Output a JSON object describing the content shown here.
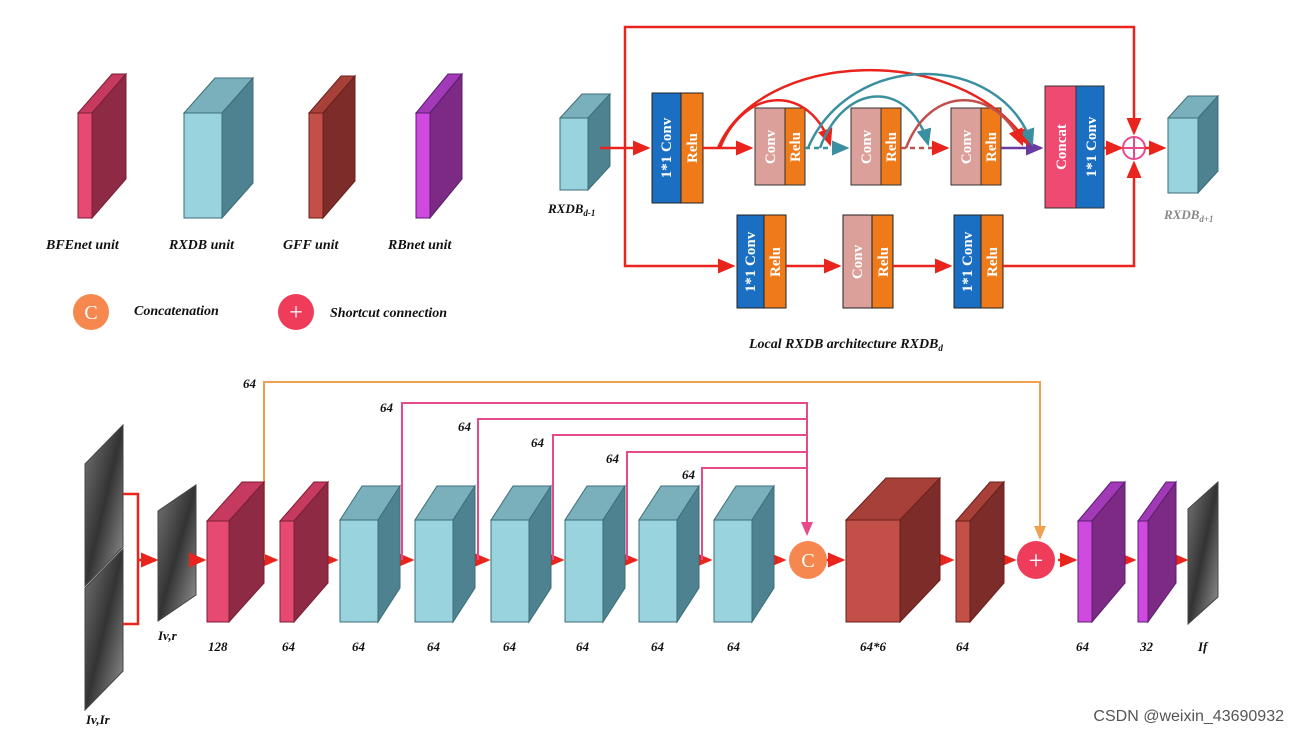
{
  "legend": {
    "units": [
      {
        "label": "BFEnet unit",
        "color": "#e64a72"
      },
      {
        "label": "RXDB unit",
        "color": "#99d3de"
      },
      {
        "label": "GFF unit",
        "color": "#bd4a44"
      },
      {
        "label": "RBnet unit",
        "color": "#c04ad9"
      }
    ],
    "concat_symbol": "C",
    "concat_label": "Concatenation",
    "shortcut_symbol": "+",
    "shortcut_label": "Shortcut connection"
  },
  "rxdb": {
    "input_label": "RXDB",
    "input_sub": "d-1",
    "output_label": "RXDB",
    "output_sub": "d+1",
    "caption": "Local RXDB architecture  RXDB",
    "caption_sub": "d",
    "conv1x1": "1*1 Conv",
    "relu": "Relu",
    "conv": "Conv",
    "concat": "Concat"
  },
  "network": {
    "input_pair_label": "Iv,Ir",
    "input_label": "Iv,r",
    "output_label": "If",
    "concat_symbol": "C",
    "add_symbol": "+",
    "blocks": [
      {
        "channels": "128",
        "kind": "BFEnet"
      },
      {
        "channels": "64",
        "kind": "BFEnet"
      },
      {
        "channels": "64",
        "kind": "RXDB"
      },
      {
        "channels": "64",
        "kind": "RXDB"
      },
      {
        "channels": "64",
        "kind": "RXDB"
      },
      {
        "channels": "64",
        "kind": "RXDB"
      },
      {
        "channels": "64",
        "kind": "RXDB"
      },
      {
        "channels": "64",
        "kind": "RXDB"
      },
      {
        "channels": "64*6",
        "kind": "GFF"
      },
      {
        "channels": "64",
        "kind": "GFF"
      },
      {
        "channels": "64",
        "kind": "RBnet"
      },
      {
        "channels": "32",
        "kind": "RBnet"
      }
    ],
    "skip_labels": [
      "64",
      "64",
      "64",
      "64",
      "64",
      "64"
    ]
  },
  "watermark": "CSDN @weixin_43690932",
  "colors": {
    "arrow": "#e8241c",
    "orange_line": "#f0a050",
    "pink_line": "#e64a8a",
    "teal_line": "#3a8fa0"
  }
}
